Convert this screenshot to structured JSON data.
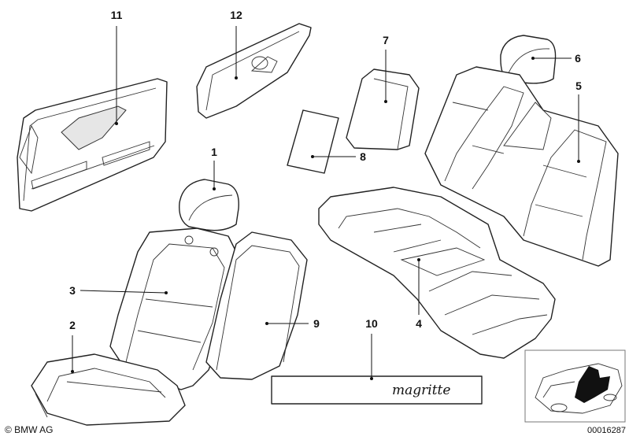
{
  "callouts": [
    {
      "id": "11",
      "label": "11"
    },
    {
      "id": "12",
      "label": "12"
    },
    {
      "id": "7",
      "label": "7"
    },
    {
      "id": "6",
      "label": "6"
    },
    {
      "id": "5",
      "label": "5"
    },
    {
      "id": "8",
      "label": "8"
    },
    {
      "id": "1",
      "label": "1"
    },
    {
      "id": "3",
      "label": "3"
    },
    {
      "id": "2",
      "label": "2"
    },
    {
      "id": "9",
      "label": "9"
    },
    {
      "id": "10",
      "label": "10"
    },
    {
      "id": "4",
      "label": "4"
    }
  ],
  "label_plate_text": "magritte",
  "copyright": "© BMW AG",
  "document_number": "00016287"
}
